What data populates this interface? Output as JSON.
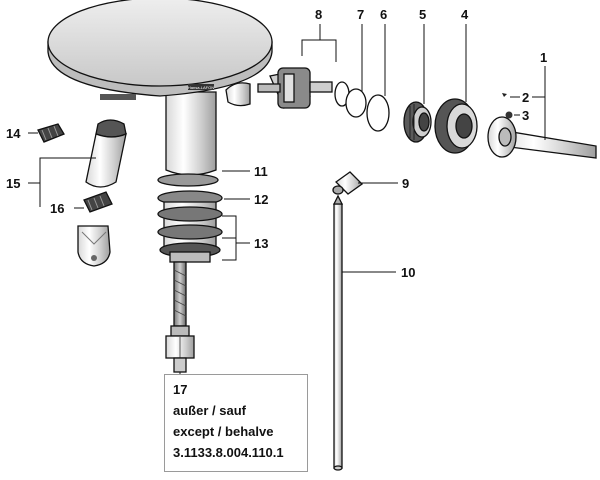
{
  "callouts": {
    "c1": "1",
    "c2": "2",
    "c3": "3",
    "c4": "4",
    "c5": "5",
    "c6": "6",
    "c7": "7",
    "c8": "8",
    "c9": "9",
    "c10": "10",
    "c11": "11",
    "c12": "12",
    "c13": "13",
    "c14": "14",
    "c15": "15",
    "c16": "16",
    "c17": "17"
  },
  "note": {
    "number": "17",
    "line_de_nl": "außer / sauf",
    "line_en_nl": "except / behalve",
    "part_number": "3.1133.8.004.110.1"
  },
  "body_label": "Hansa-LAFON"
}
